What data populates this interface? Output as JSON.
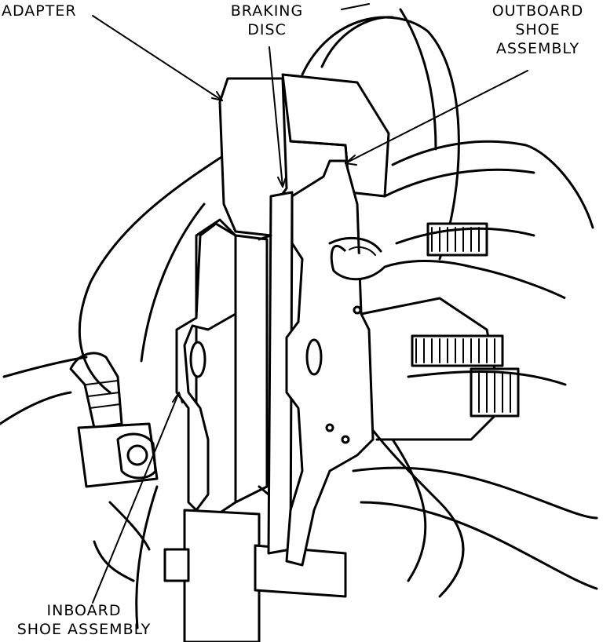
{
  "labels": {
    "adapter": "ADAPTER",
    "braking_disc_line1": "BRAKING",
    "braking_disc_line2": "DISC",
    "outboard_line1": "OUTBOARD",
    "outboard_line2": "SHOE",
    "outboard_line3": "ASSEMBLY",
    "inboard_line1": "INBOARD",
    "inboard_line2": "SHOE ASSEMBLY"
  },
  "colors": {
    "ink": "#000000",
    "paper": "#ffffff"
  }
}
